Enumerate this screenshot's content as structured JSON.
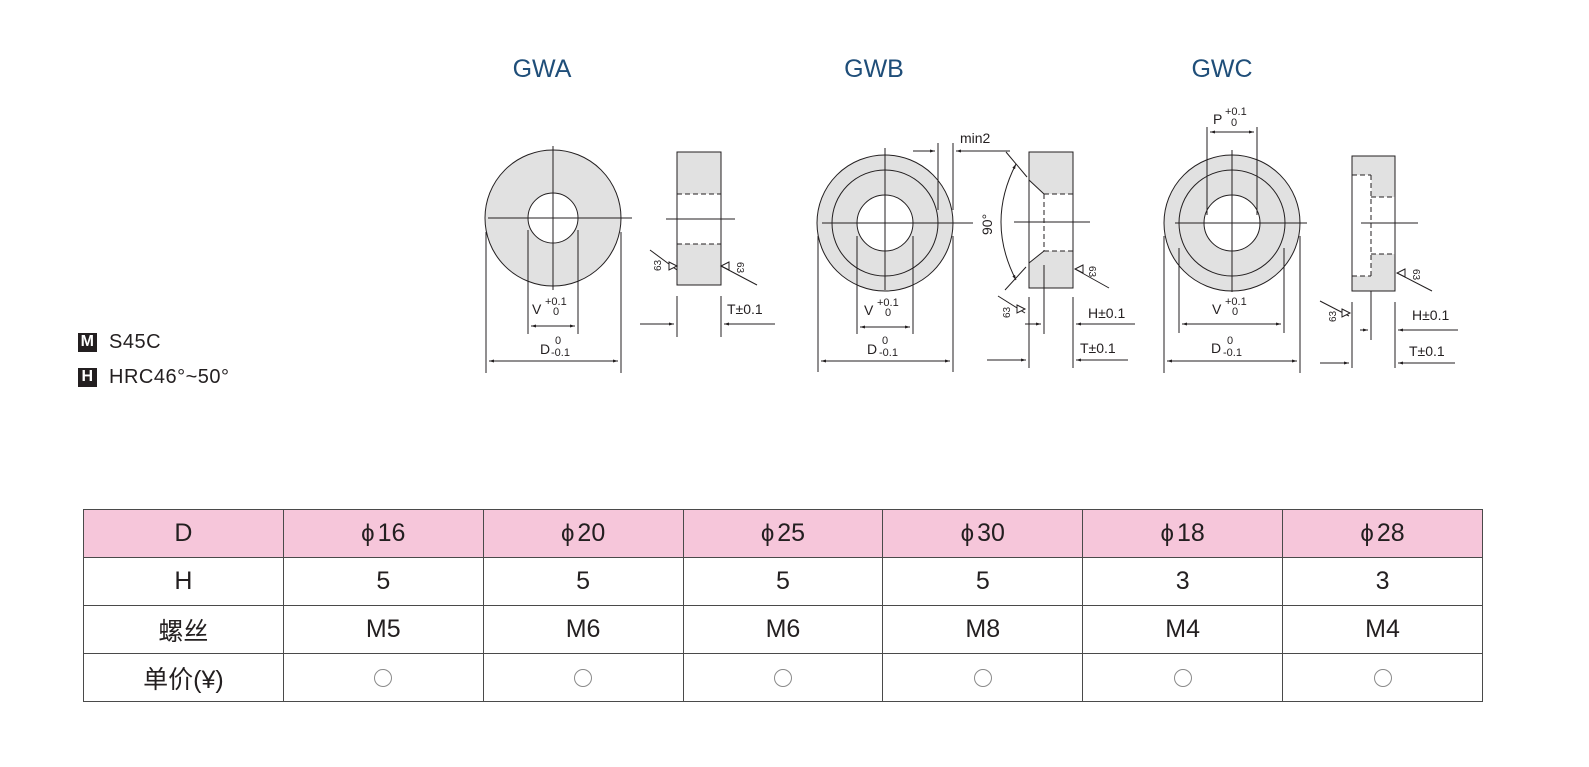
{
  "models": [
    {
      "name": "GWA"
    },
    {
      "name": "GWB"
    },
    {
      "name": "GWC"
    }
  ],
  "dimensions": {
    "outer_diameter": "D",
    "outer_tol_upper": "0",
    "outer_tol_lower": "-0.1",
    "bore": "V",
    "bore_tol_upper": "+0.1",
    "bore_tol_lower": "0",
    "counterbore": "P",
    "counterbore_tol_upper": "+0.1",
    "counterbore_tol_lower": "0",
    "thickness": "T±0.1",
    "height": "H±0.1",
    "min_edge": "min2",
    "chamfer_angle": "90°",
    "roughness": "63"
  },
  "specs": [
    {
      "badge": "M",
      "text": "S45C"
    },
    {
      "badge": "H",
      "text": "HRC46°~50°"
    }
  ],
  "table": {
    "rows": [
      {
        "label": "D",
        "values": [
          "16",
          "20",
          "25",
          "30",
          "18",
          "28"
        ],
        "prefix": "ϕ"
      },
      {
        "label": "H",
        "values": [
          "5",
          "5",
          "5",
          "5",
          "3",
          "3"
        ]
      },
      {
        "label": "螺丝",
        "values": [
          "M5",
          "M6",
          "M6",
          "M8",
          "M4",
          "M4"
        ]
      },
      {
        "label": "单价(¥)",
        "values": [
          "○",
          "○",
          "○",
          "○",
          "○",
          "○"
        ]
      }
    ]
  },
  "colors": {
    "header_bg": "#f6c6da",
    "title_blue": "#1f4e79",
    "part_fill": "#e1e1e1"
  }
}
